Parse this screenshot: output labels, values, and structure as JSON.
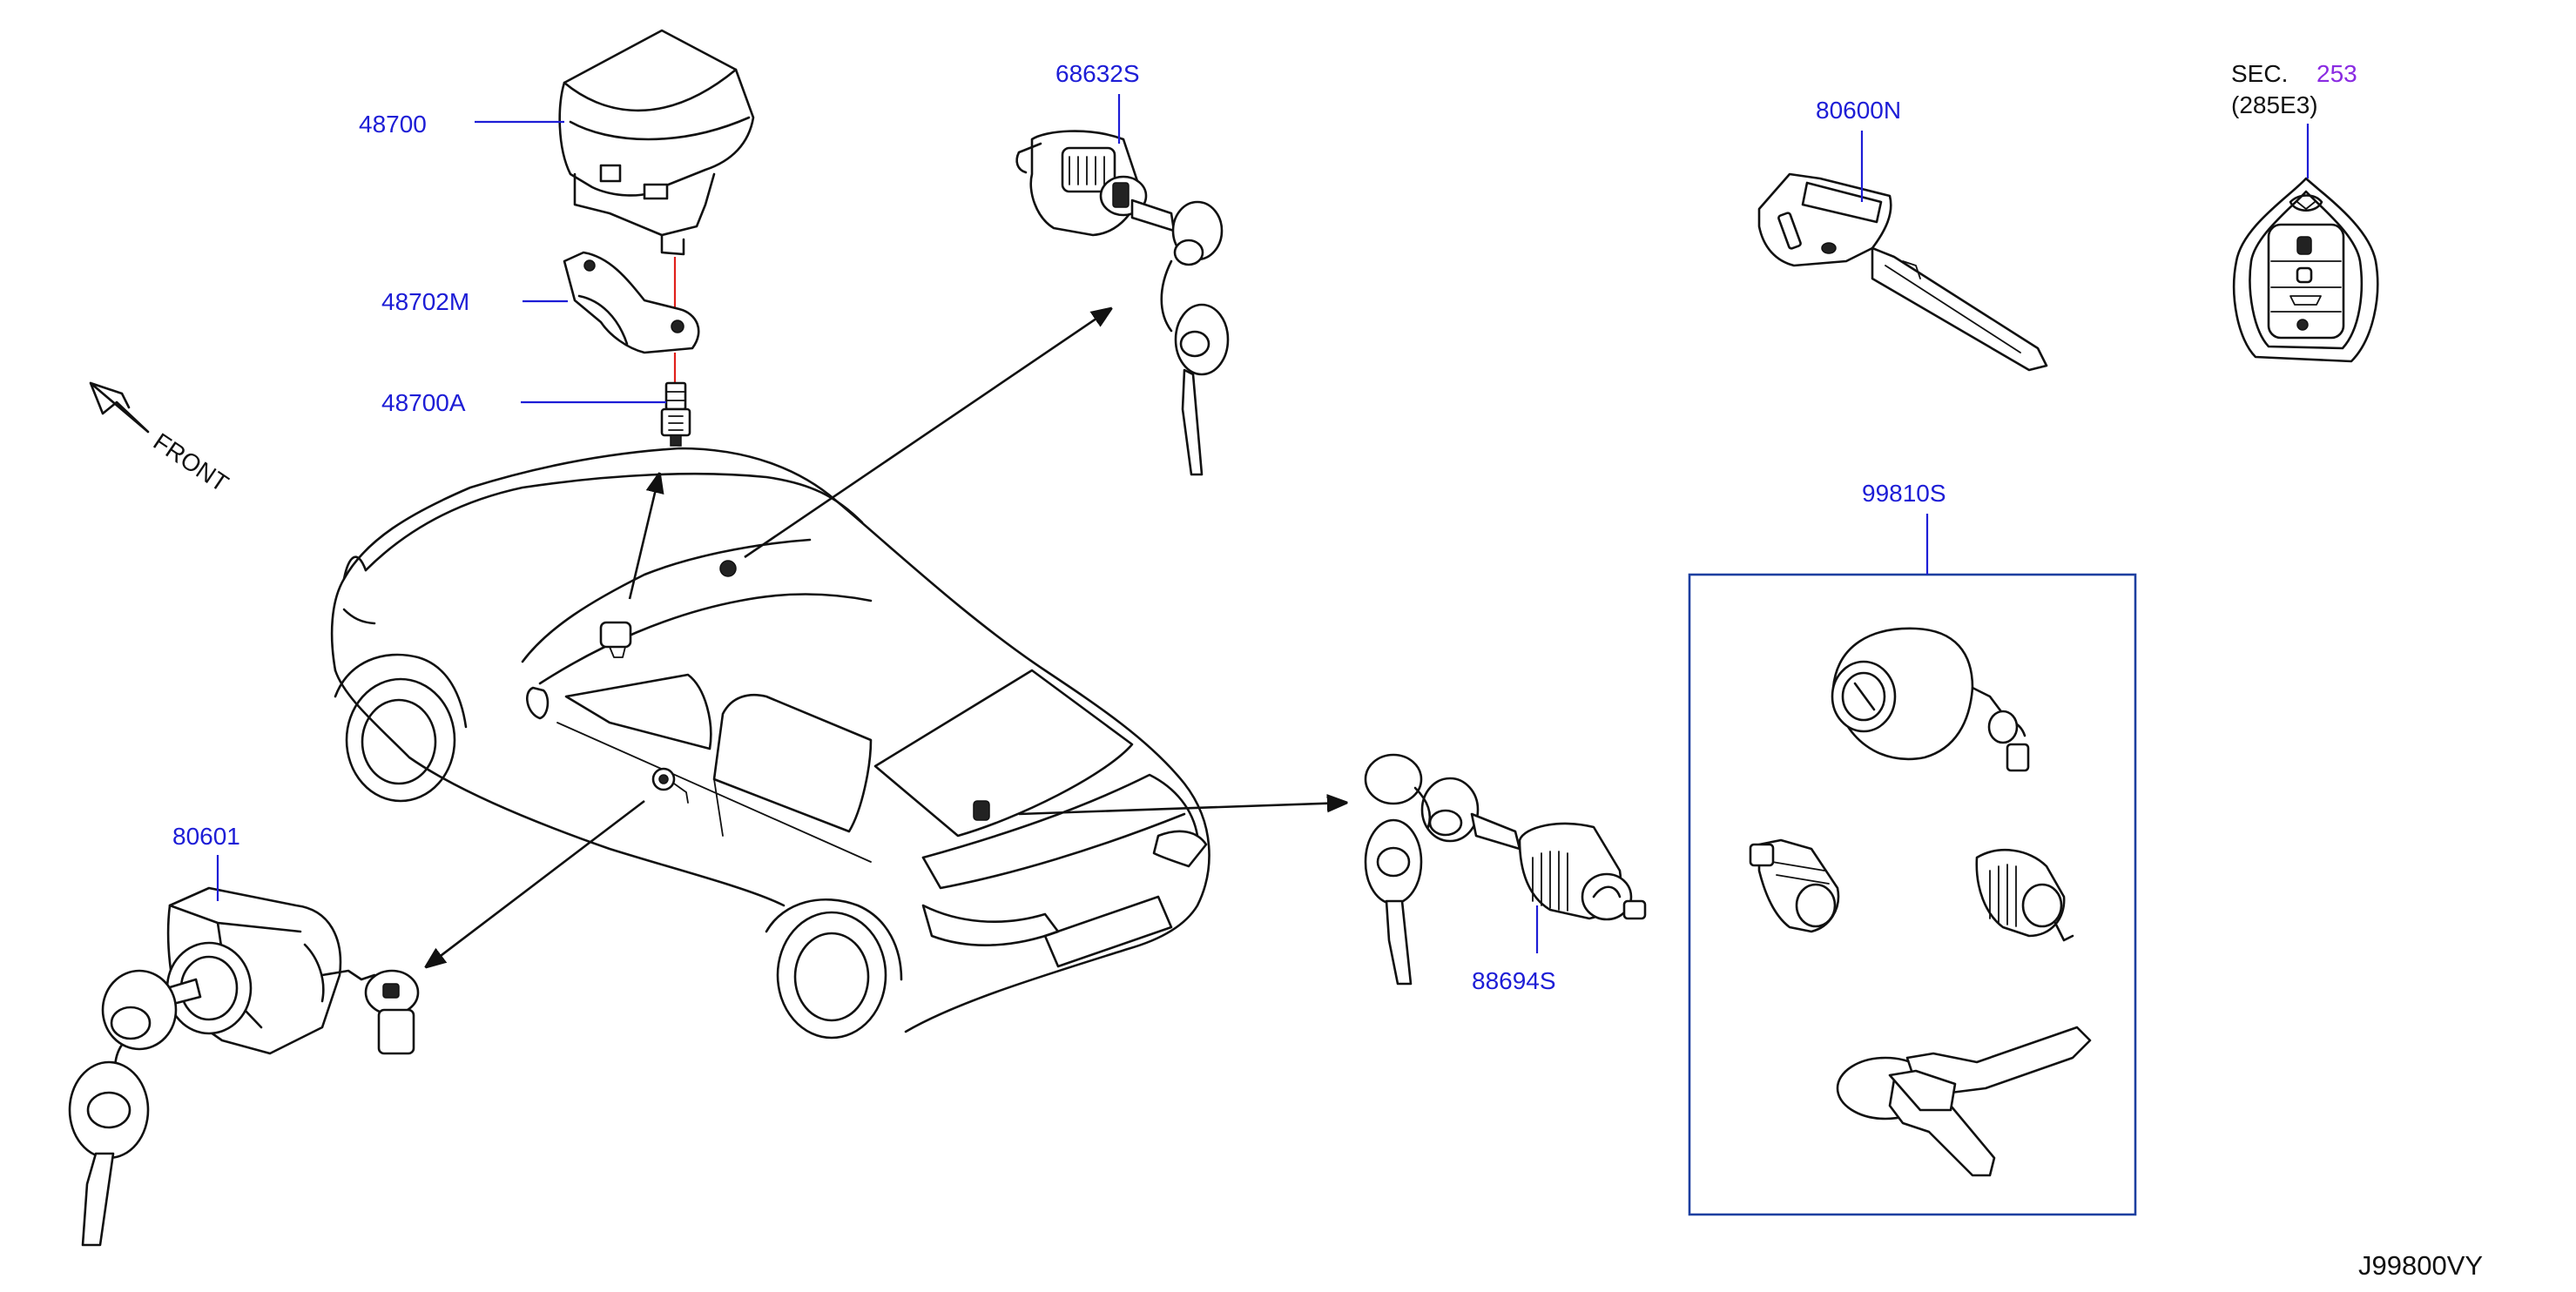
{
  "diagram_code": "J99800VY",
  "direction": {
    "text": "FRONT"
  },
  "section_ref": {
    "prefix": "SEC.",
    "number": "253",
    "sub": "(285E3)"
  },
  "parts": [
    {
      "id": "p48700",
      "number": "48700"
    },
    {
      "id": "p48702M",
      "number": "48702M"
    },
    {
      "id": "p48700A",
      "number": "48700A"
    },
    {
      "id": "p68632S",
      "number": "68632S"
    },
    {
      "id": "p80600N",
      "number": "80600N"
    },
    {
      "id": "p99810S",
      "number": "99810S"
    },
    {
      "id": "p80601",
      "number": "80601"
    },
    {
      "id": "p88694S",
      "number": "88694S"
    }
  ],
  "colors": {
    "part_label": "#1d1dd6",
    "section_number": "#8a2be2",
    "leader": "#1d1dd6",
    "connector": "#e0201b",
    "ink": "#111111"
  },
  "icons": [
    "car-outline",
    "ignition-switch",
    "steering-lock-bracket",
    "shear-bolt",
    "glove-box-lock",
    "key-blank",
    "intelligent-key-fob",
    "door-lock-cylinder",
    "trunk-lock-cylinder",
    "key-set-kit",
    "front-direction-arrow"
  ]
}
